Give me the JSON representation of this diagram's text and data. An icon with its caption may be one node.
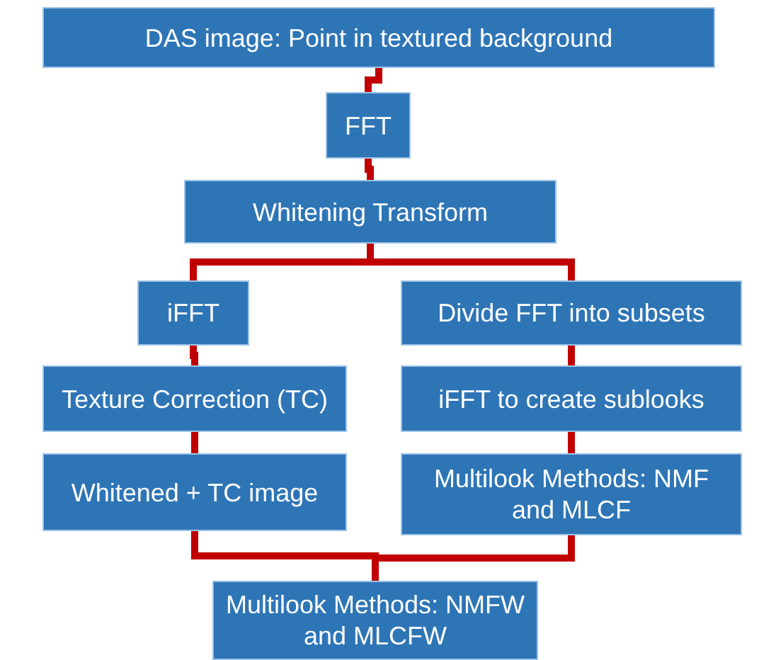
{
  "diagram": {
    "nodes": [
      {
        "text": [
          "DAS image: Point in textured background"
        ]
      },
      {
        "text": [
          "FFT"
        ]
      },
      {
        "text": [
          "Whitening Transform"
        ]
      },
      {
        "text": [
          "iFFT"
        ]
      },
      {
        "text": [
          "Divide FFT into subsets"
        ]
      },
      {
        "text": [
          "Texture Correction (TC)"
        ]
      },
      {
        "text": [
          "iFFT to create sublooks"
        ]
      },
      {
        "text": [
          "Whitened + TC image"
        ]
      },
      {
        "text": [
          "Multilook Methods: NMF and MLCF"
        ]
      },
      {
        "text": [
          "Multilook Methods: NMFW and MLCFW"
        ]
      }
    ],
    "edges": [
      {
        "from": 0,
        "to": 1,
        "arrow": "none"
      },
      {
        "from": 1,
        "to": 2,
        "arrow": "none"
      },
      {
        "from": 2,
        "to": 3,
        "arrow": "none"
      },
      {
        "from": 2,
        "to": 4,
        "arrow": "none"
      },
      {
        "from": 3,
        "to": 5,
        "arrow": "none"
      },
      {
        "from": 4,
        "to": 6,
        "arrow": "none"
      },
      {
        "from": 5,
        "to": 7,
        "arrow": "none"
      },
      {
        "from": 6,
        "to": 8,
        "arrow": "none"
      },
      {
        "from": 7,
        "to": 9,
        "arrow": "none"
      },
      {
        "from": 8,
        "to": 9,
        "arrow": "none"
      }
    ]
  }
}
